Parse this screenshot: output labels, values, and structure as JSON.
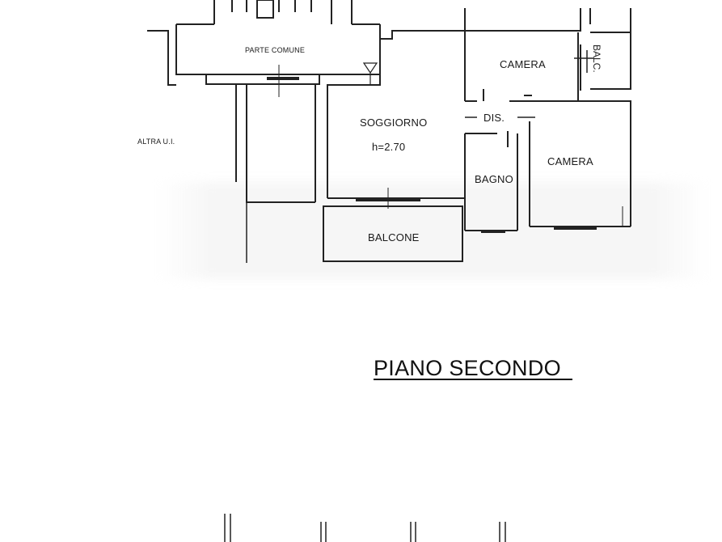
{
  "labels": {
    "parte_comune": "PARTE COMUNE",
    "altra_ui": "ALTRA U.I.",
    "soggiorno": "SOGGIORNO",
    "height": "h=2.70",
    "camera_top": "CAMERA",
    "camera_right": "CAMERA",
    "dis": "DIS.",
    "bagno": "BAGNO",
    "balcone": "BALCONE",
    "balc_small": "BALC."
  },
  "title": "PIANO SECONDO"
}
